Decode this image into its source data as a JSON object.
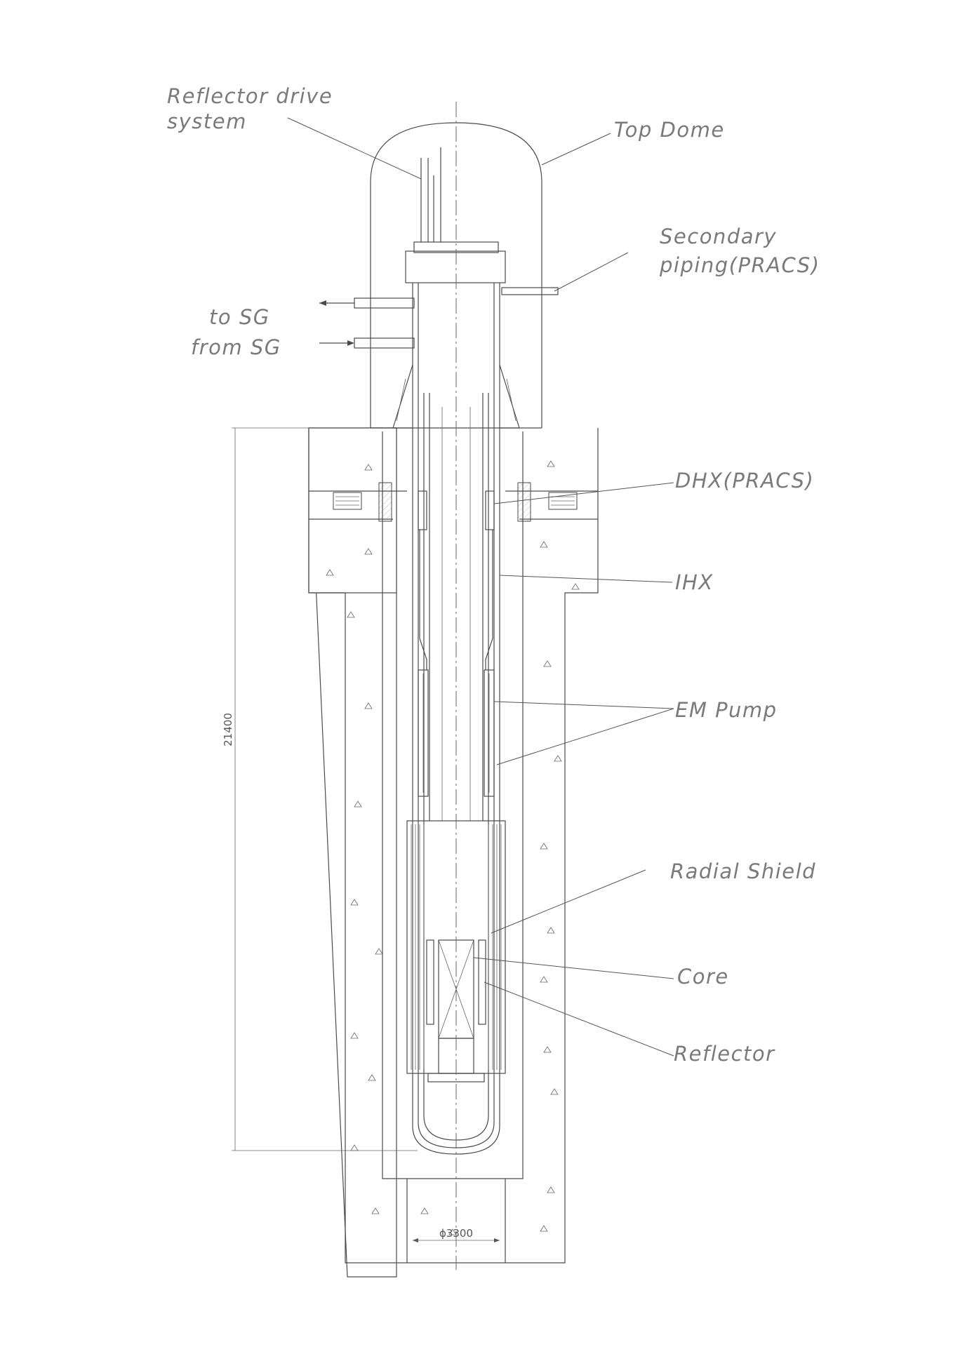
{
  "labels": {
    "reflector_drive_line1": "Reflector drive",
    "reflector_drive_line2": "system",
    "top_dome": "Top Dome",
    "secondary_line1": "Secondary",
    "secondary_line2": "piping(PRACS)",
    "to_sg": "to SG",
    "from_sg": "from SG",
    "dhx": "DHX(PRACS)",
    "ihx": "IHX",
    "em_pump": "EM Pump",
    "radial_shield": "Radial Shield",
    "core": "Core",
    "reflector": "Reflector"
  },
  "dimensions": {
    "height": "21400",
    "diameter": "ϕ3300"
  }
}
